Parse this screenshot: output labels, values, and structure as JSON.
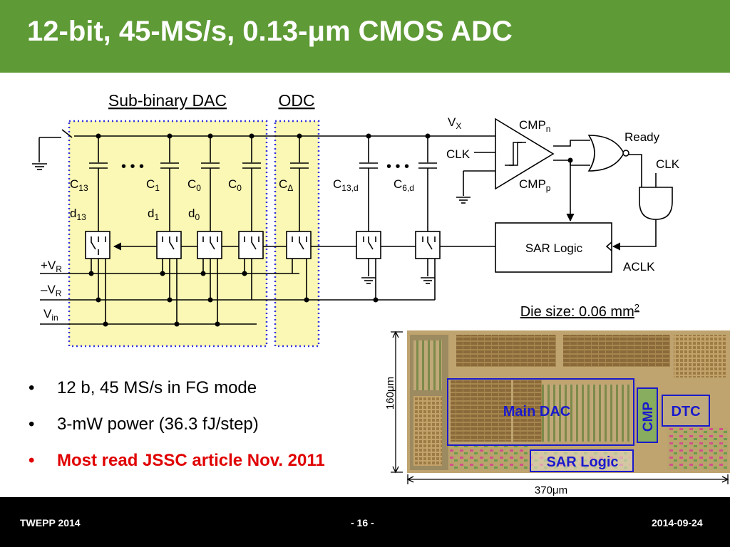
{
  "title": "12-bit, 45-MS/s, 0.13-μm CMOS ADC",
  "diagram": {
    "section_dac": "Sub-binary DAC",
    "section_odc": "ODC",
    "cap_labels": [
      {
        "base": "C",
        "sub": "13"
      },
      {
        "base": "C",
        "sub": "1"
      },
      {
        "base": "C",
        "sub": "0"
      },
      {
        "base": "C",
        "sub": "0"
      },
      {
        "base": "C",
        "sub": "Δ"
      },
      {
        "base": "C",
        "sub": "13,d"
      },
      {
        "base": "C",
        "sub": "6,d"
      }
    ],
    "bit_labels": [
      {
        "base": "d",
        "sub": "13"
      },
      {
        "base": "d",
        "sub": "1"
      },
      {
        "base": "d",
        "sub": "0"
      }
    ],
    "rail_labels": [
      {
        "base": "+V",
        "sub": "R"
      },
      {
        "base": "–V",
        "sub": "R"
      },
      {
        "base": "V",
        "sub": "in"
      }
    ],
    "ellipsis": "• • •",
    "vx": {
      "base": "V",
      "sub": "X"
    },
    "clk": "CLK",
    "cmpn": {
      "base": "CMP",
      "sub": "n"
    },
    "cmpp": {
      "base": "CMP",
      "sub": "p"
    },
    "ready": "Ready",
    "clk2": "CLK",
    "sar_logic": "SAR Logic",
    "aclk": "ACLK"
  },
  "die": {
    "caption": "Die size: 0.06 mm",
    "caption_sup": "2",
    "height_label": "160μm",
    "width_label": "370μm",
    "regions": {
      "main_dac": "Main DAC",
      "cmp": "CMP",
      "dtc": "DTC",
      "sar": "SAR Logic"
    },
    "highlight_color": "#1a1acc"
  },
  "bullets": [
    {
      "text": "12 b, 45 MS/s in FG mode"
    },
    {
      "text": "3-mW power (36.3 fJ/step)"
    },
    {
      "text": "Most read JSSC article Nov. 2011"
    }
  ],
  "bullet_marker": "•",
  "footer": {
    "left": "TWEPP 2014",
    "center": "- 16 -",
    "right": "2014-09-24"
  },
  "colors": {
    "title_bar": "#5e9a35",
    "highlight_fill": "#fbf8b5",
    "highlight_border": "#3333dd",
    "emphasis": "#e00000"
  }
}
